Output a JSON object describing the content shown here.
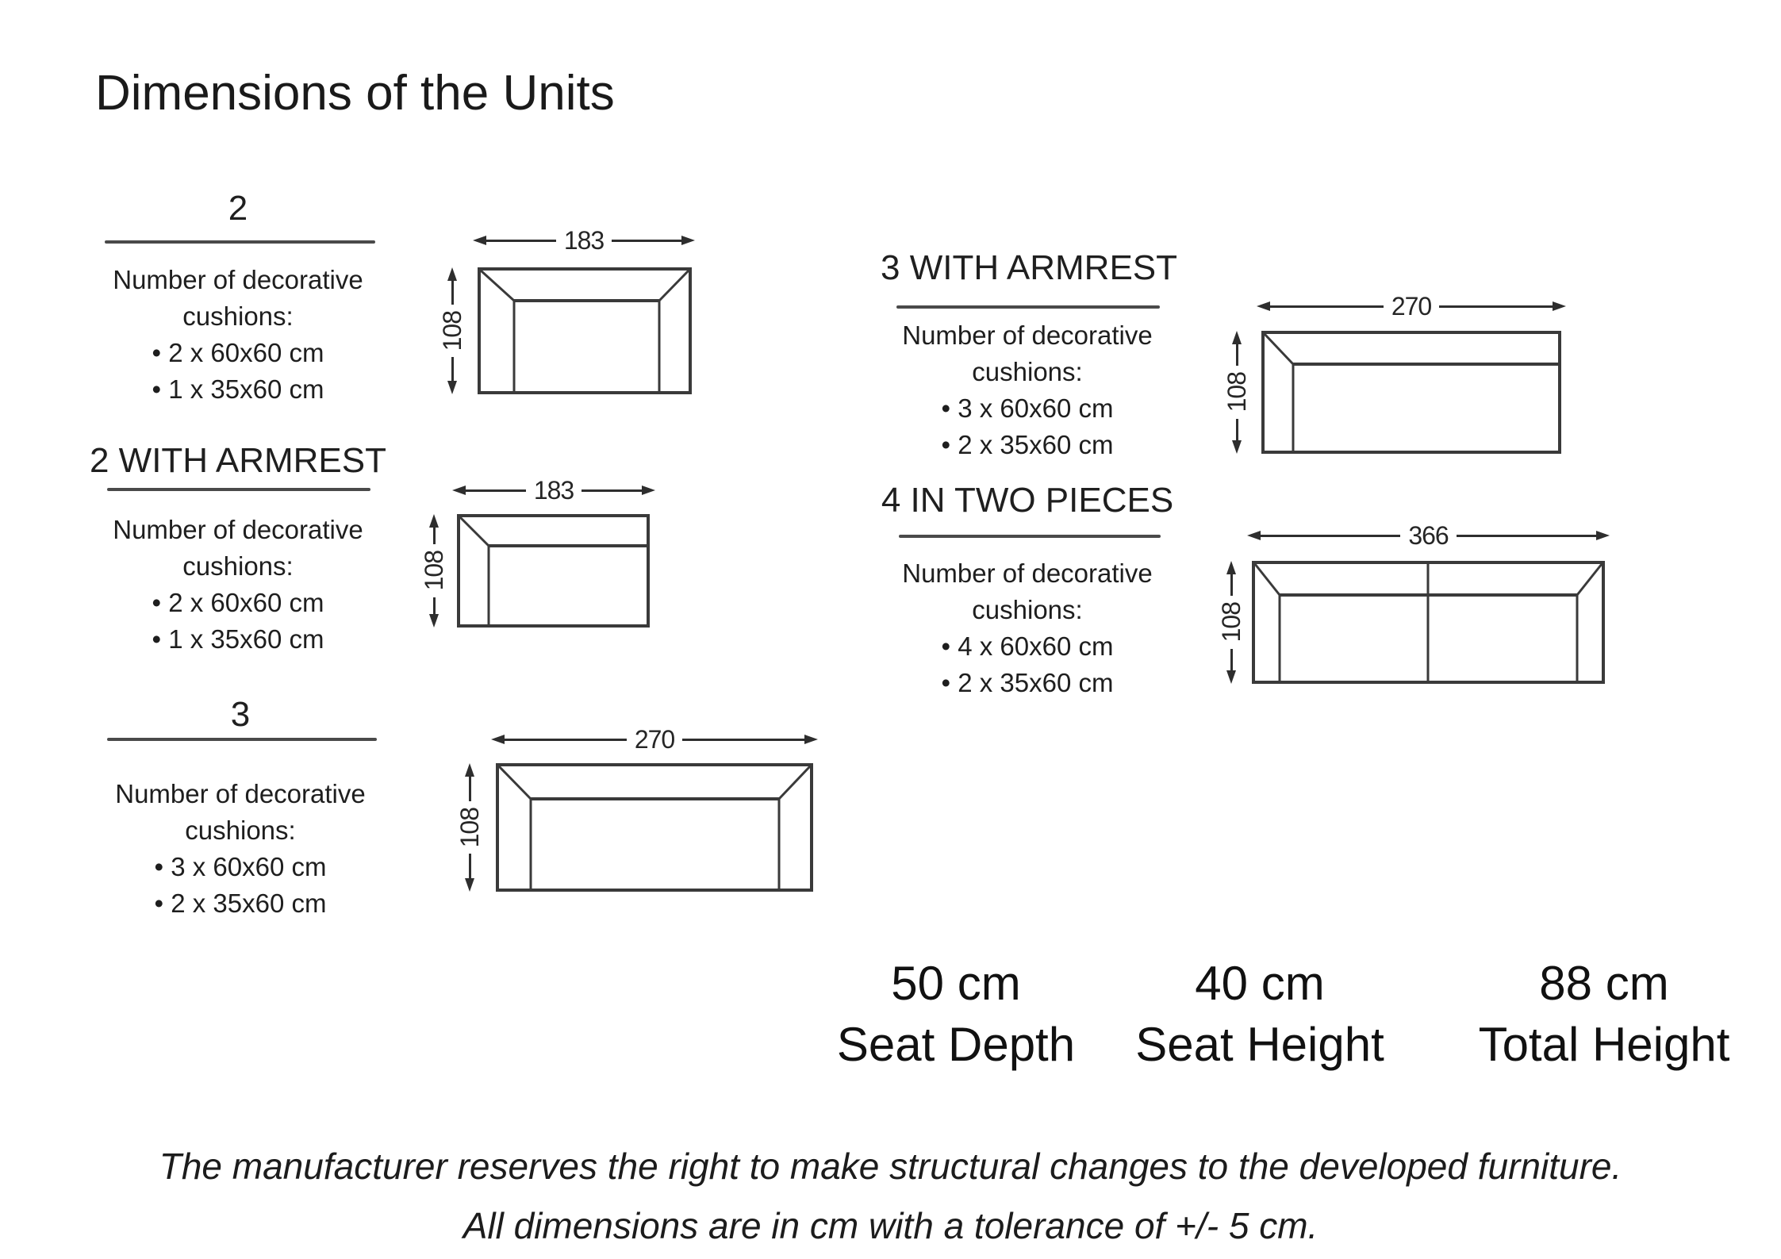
{
  "title": "Dimensions of the Units",
  "cushions_heading": [
    "Number of decorative",
    "cushions:"
  ],
  "sections": [
    {
      "heading": "2",
      "bullets": [
        "• 2 x 60x60 cm",
        "• 1 x 35x60 cm"
      ],
      "width_label": "183",
      "depth_label": "108"
    },
    {
      "heading": "2 WITH ARMREST",
      "bullets": [
        "• 2 x 60x60 cm",
        "• 1 x 35x60 cm"
      ],
      "width_label": "183",
      "depth_label": "108"
    },
    {
      "heading": "3",
      "bullets": [
        "• 3 x 60x60 cm",
        "• 2 x 35x60 cm"
      ],
      "width_label": "270",
      "depth_label": "108"
    },
    {
      "heading": "3 WITH ARMREST",
      "bullets": [
        "• 3 x 60x60 cm",
        "• 2 x 35x60 cm"
      ],
      "width_label": "270",
      "depth_label": "108"
    },
    {
      "heading": "4 IN TWO PIECES",
      "bullets": [
        "• 4 x 60x60 cm",
        "• 2 x 35x60 cm"
      ],
      "width_label": "366",
      "depth_label": "108"
    }
  ],
  "stats": [
    {
      "value": "50 cm",
      "label": "Seat Depth"
    },
    {
      "value": "40 cm",
      "label": "Seat Height"
    },
    {
      "value": "88 cm",
      "label": "Total Height"
    }
  ],
  "footer_line1": "The manufacturer reserves the right to make structural changes to the developed furniture.",
  "footer_line2": "All dimensions are in cm with a tolerance of +/- 5 cm."
}
